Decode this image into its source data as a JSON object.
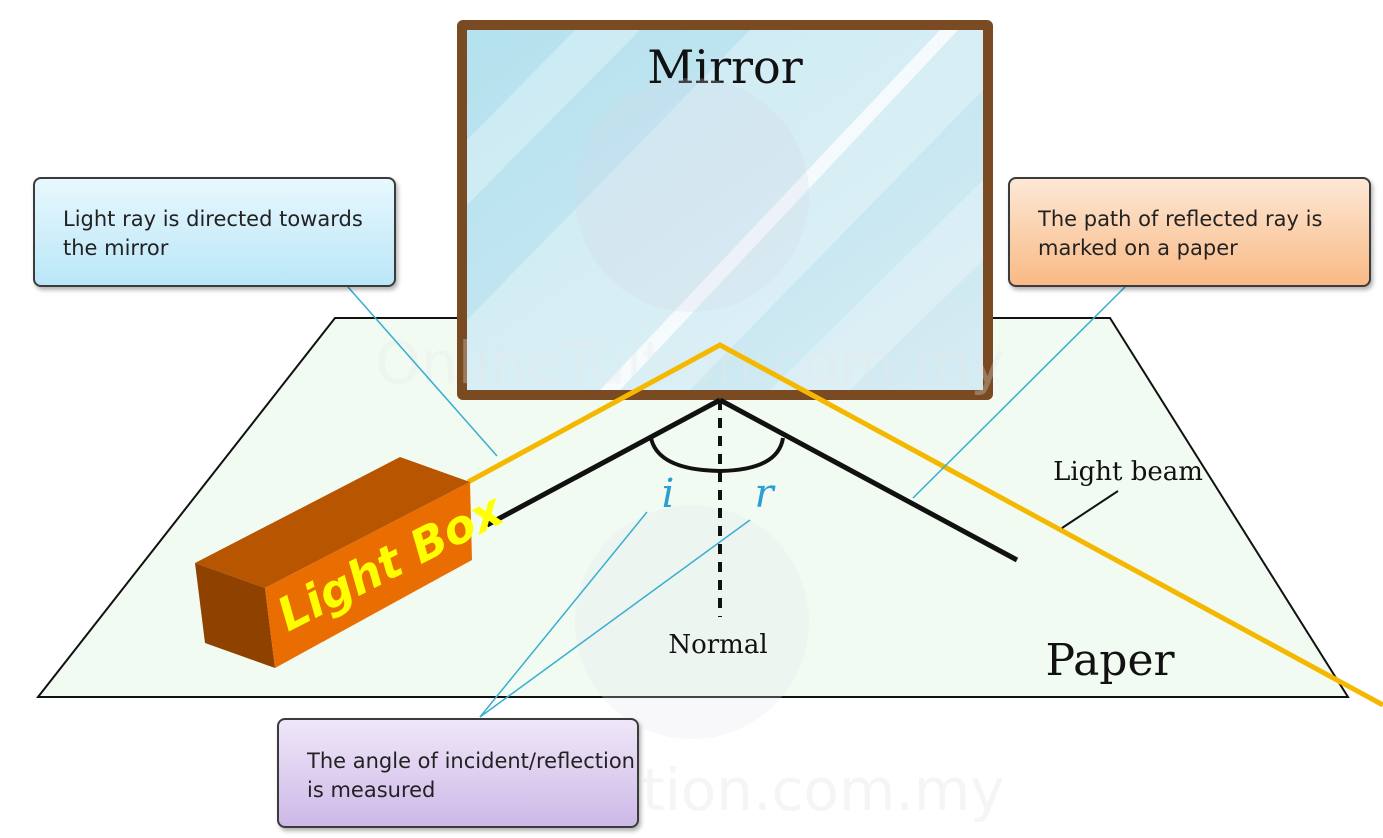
{
  "labels": {
    "mirror": "Mirror",
    "paper": "Paper",
    "normal": "Normal",
    "light_beam": "Light beam",
    "light_box": "Light Box",
    "angle_incident": "i",
    "angle_reflection": "r"
  },
  "callouts": {
    "incident": {
      "line1": "Light ray is directed towards",
      "line2": "the mirror"
    },
    "reflected": {
      "line1": "The path of reflected ray is",
      "line2": "marked on a paper"
    },
    "measure": {
      "line1": "The angle of incident/reflection",
      "line2": "is measured"
    }
  },
  "watermark": {
    "text": "OnlineTuition.com.my"
  },
  "colors": {
    "beam": "#f5b800",
    "frame": "#7a4a22",
    "glass": "#c4e4ef",
    "paper": "#f1fbf2",
    "box_front": "#e96d00",
    "box_top": "#b85500",
    "box_side": "#8f4200",
    "box_text": "#ffff00",
    "leader": "#3aaed0",
    "callout_blue": "#c6ecfb",
    "callout_orange": "#fbc79e",
    "callout_purple": "#d9c8ee",
    "angle_label": "#2a9fd6"
  }
}
